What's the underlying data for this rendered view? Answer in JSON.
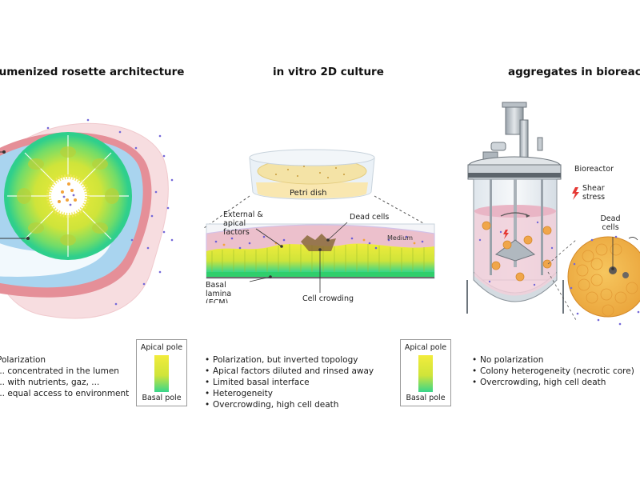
{
  "panels": [
    {
      "title": "lumenized rosette architecture",
      "bullets": [
        "Polarization",
        "... concentrated in the lumen",
        "... with nutrients, gaz, ...",
        "... equal access to environment"
      ]
    },
    {
      "title": "in vitro 2D culture",
      "labels": {
        "petri_dish": "Petri dish",
        "external_apical": "External & apical factors",
        "dead_cells": "Dead cells",
        "medium": "Medium",
        "basal_lamina": "Basal lamina (ECM)",
        "cell_crowding": "Cell crowding"
      },
      "bullets": [
        "Polarization, but inverted topology",
        "Apical factors diluted and rinsed away",
        "Limited basal interface",
        "Heterogeneity",
        "Overcrowding, high cell death"
      ]
    },
    {
      "title": "aggregates in bioreactor",
      "labels": {
        "bioreactor": "Bioreactor",
        "shear_stress": "Shear stress",
        "dead_cells": "Dead cells"
      },
      "bullets": [
        "No polarization",
        "Colony heterogeneity (necrotic core)",
        "Overcrowding, high cell death"
      ]
    }
  ],
  "legend": {
    "apical": "Apical pole",
    "basal": "Basal pole"
  },
  "colors": {
    "apical": "#f2ec3c",
    "basal": "#38d68a",
    "lumen_blue": "#a9d4ef",
    "tissue_pink": "#f4d0d2",
    "medium_pink": "#ecc0cc",
    "aggregate_orange": "#f2b64c",
    "dot_purple": "#6a5acd",
    "shear_red": "#e53935"
  },
  "icons": [
    "shear-stress-lightning-icon"
  ]
}
